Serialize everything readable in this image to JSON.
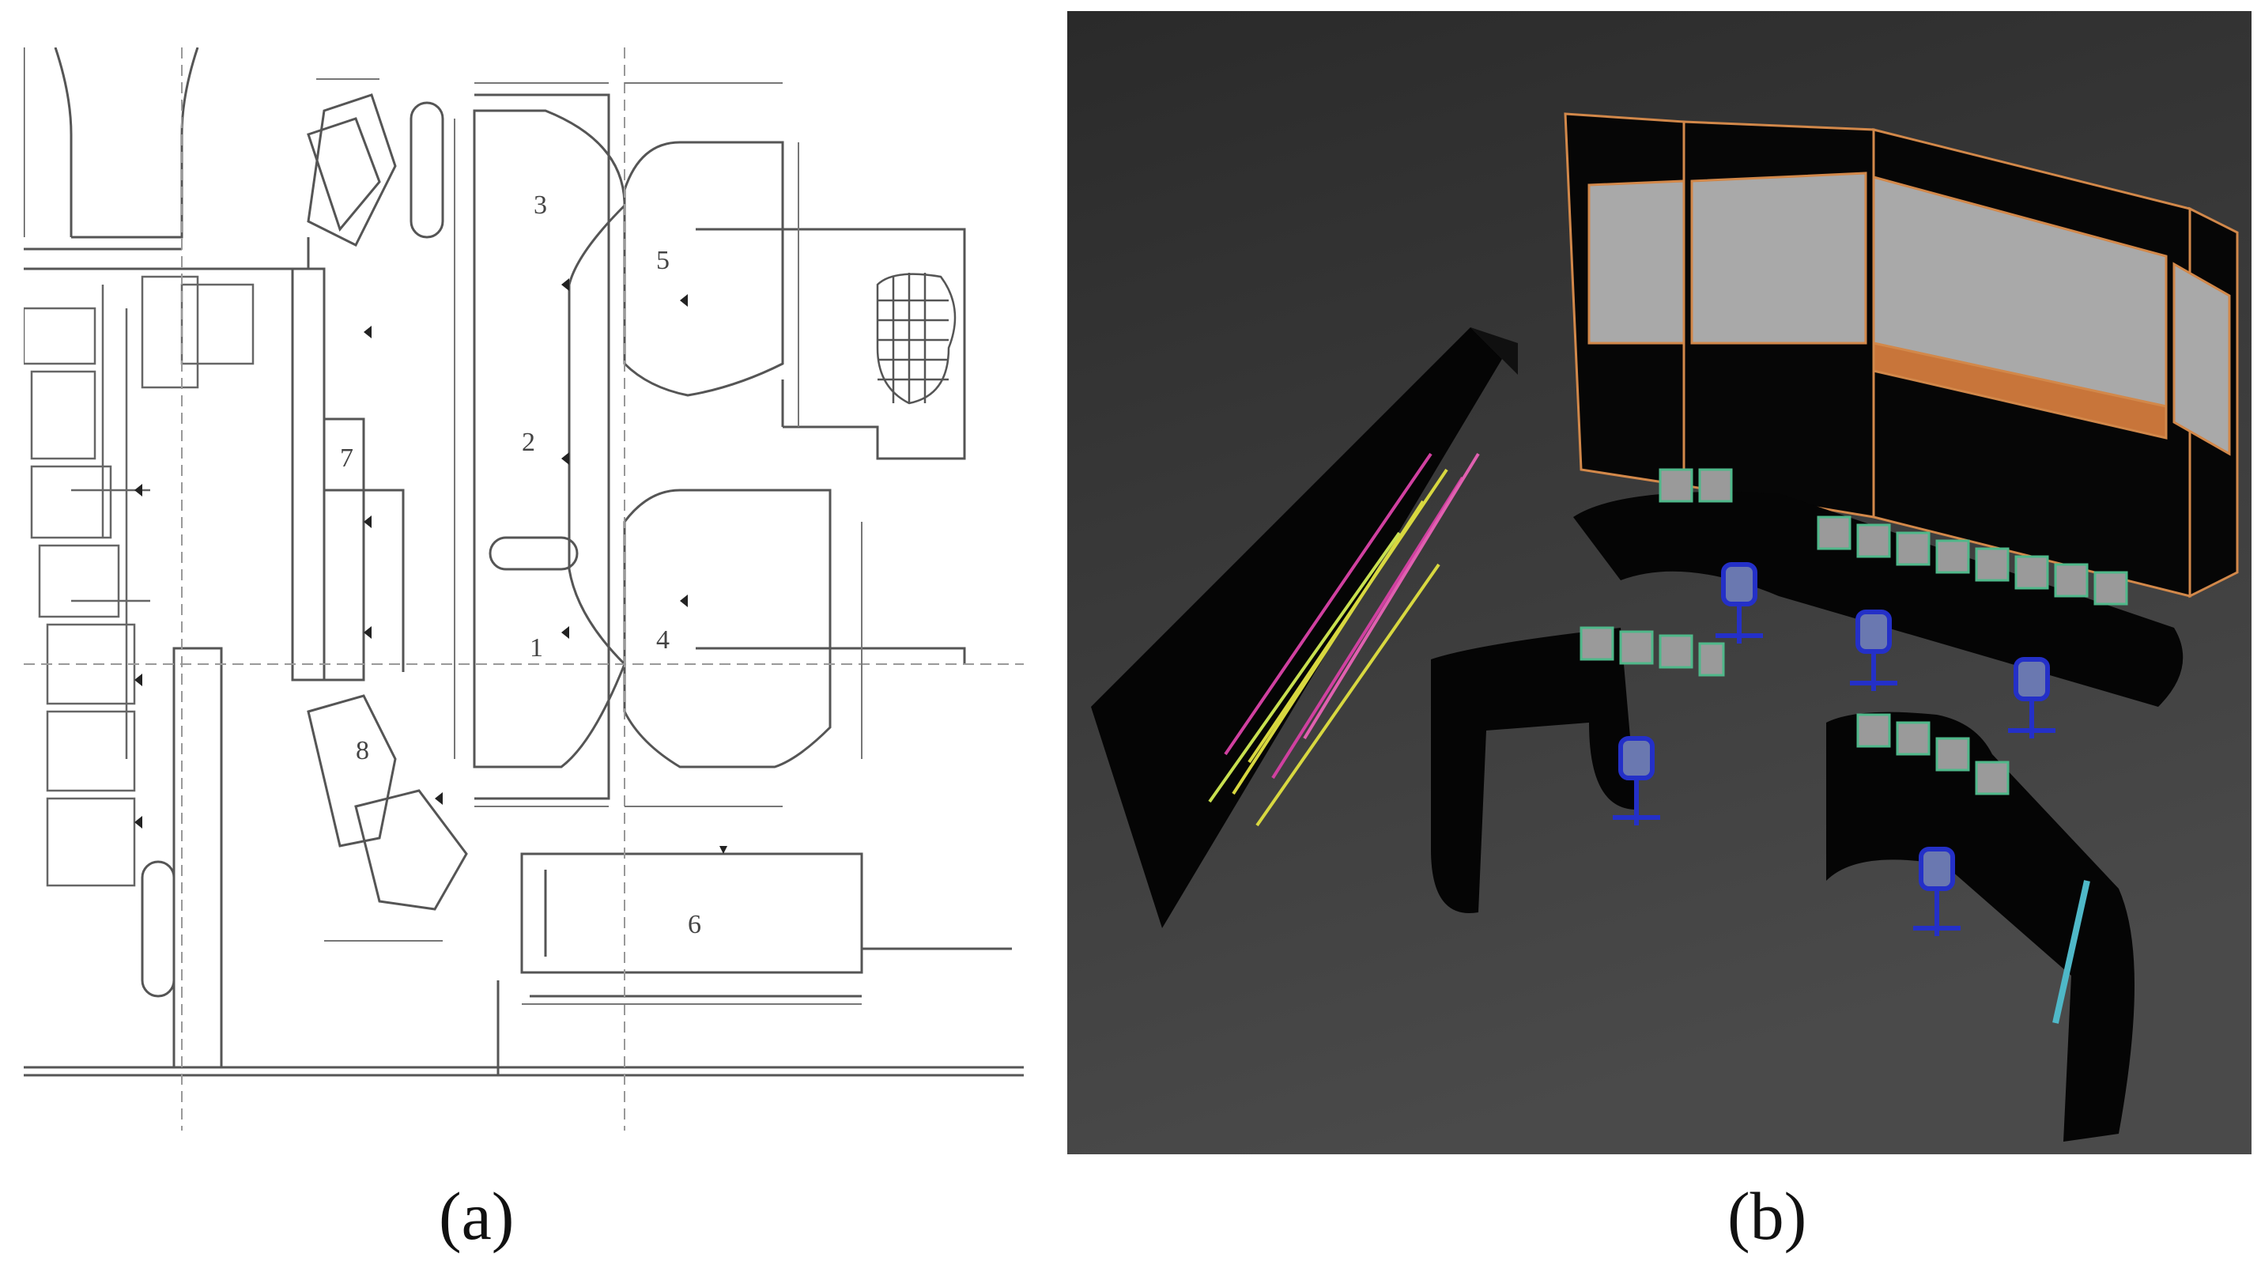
{
  "captions": {
    "a": "(a)",
    "b": "(b)"
  },
  "floor_plan": {
    "zone_numbers": [
      "1",
      "2",
      "3",
      "4",
      "5",
      "6",
      "7",
      "8"
    ]
  },
  "colors": {
    "render_background": "#3a3a3a",
    "console_black": "#050505",
    "wall_frame": "#d2884a",
    "screen_gray": "#a9a9a9",
    "monitor_green": "#4fb88a",
    "chair_blue": "#2430c8",
    "panel_magenta": "#d040a0",
    "panel_yellow": "#d8d840"
  }
}
